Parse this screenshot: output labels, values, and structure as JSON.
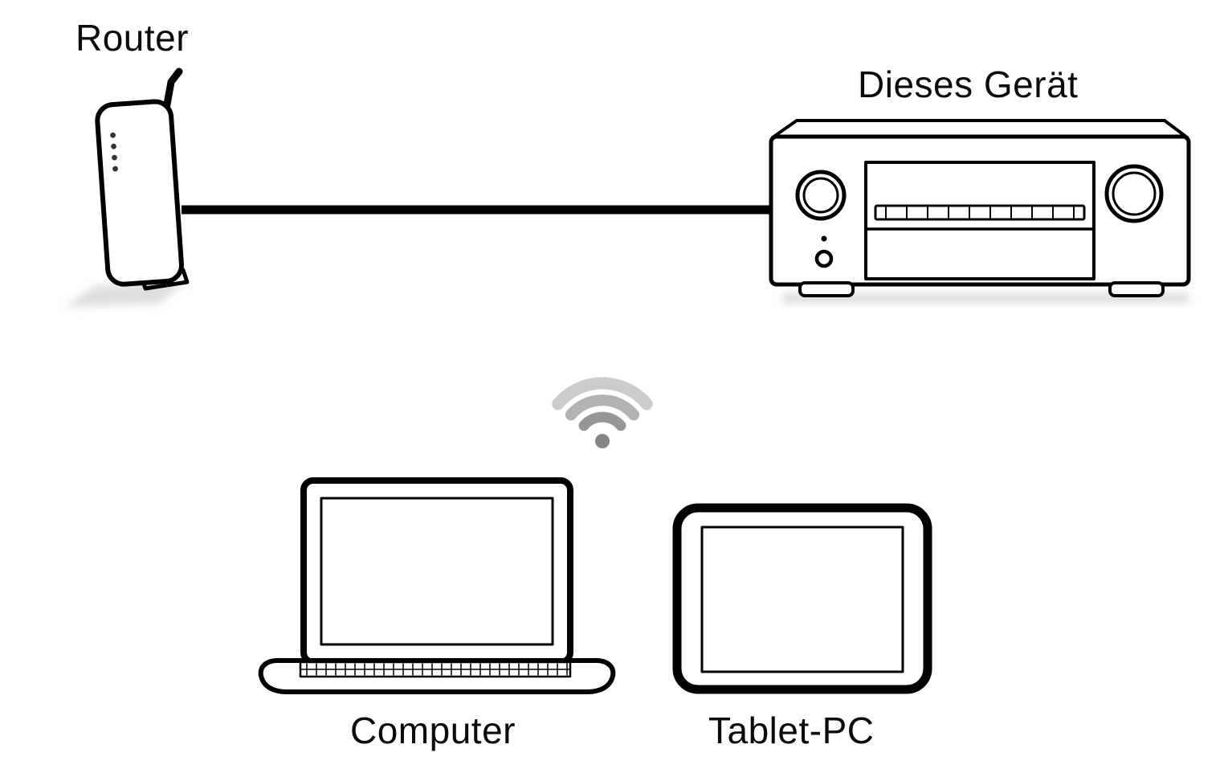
{
  "diagram": {
    "labels": {
      "router": "Router",
      "device": "Dieses Gerät",
      "computer": "Computer",
      "tablet": "Tablet-PC"
    },
    "connections": {
      "wired": {
        "from": "Router",
        "to": "Dieses Gerät"
      },
      "wireless": {
        "symbol": "wifi",
        "devices": [
          "Computer",
          "Tablet-PC"
        ]
      }
    },
    "colors": {
      "outline": "#000000",
      "background": "#ffffff",
      "shadow": "#dedede",
      "wifi_dot": "#858585",
      "wifi_arc_inner": "#969696",
      "wifi_arc_middle": "#b2b2b2",
      "wifi_arc_outer": "#cbcbcb"
    }
  }
}
